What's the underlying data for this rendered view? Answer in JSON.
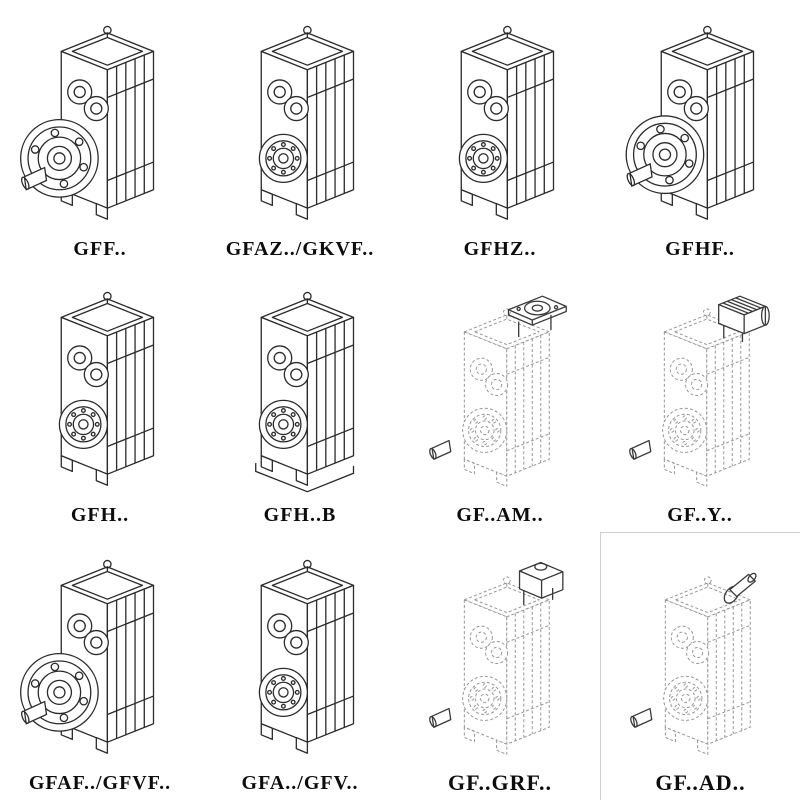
{
  "items": [
    {
      "label": "GFF..",
      "drawing": "flange-output-gearbox"
    },
    {
      "label": "GFAZ../GKVF..",
      "drawing": "hollow-shaft-gearbox"
    },
    {
      "label": "GFHZ..",
      "drawing": "hollow-shaft-gearbox"
    },
    {
      "label": "GFHF..",
      "drawing": "flange-output-gearbox"
    },
    {
      "label": "GFH..",
      "drawing": "hollow-shaft-gearbox"
    },
    {
      "label": "GFH..B",
      "drawing": "foot-mounted-gearbox"
    },
    {
      "label": "GF..AM..",
      "drawing": "gearbox-with-input-flange-adapter"
    },
    {
      "label": "GF..Y..",
      "drawing": "gearbox-with-mounted-motor"
    },
    {
      "label": "GFAF../GFVF..",
      "drawing": "flange-output-gearbox"
    },
    {
      "label": "GFA../GFV..",
      "drawing": "hollow-shaft-gearbox"
    },
    {
      "label": "GF..GRF..",
      "drawing": "gearbox-with-adapter-block"
    },
    {
      "label": "GF..AD..",
      "drawing": "gearbox-with-input-shaft-adapter"
    }
  ]
}
